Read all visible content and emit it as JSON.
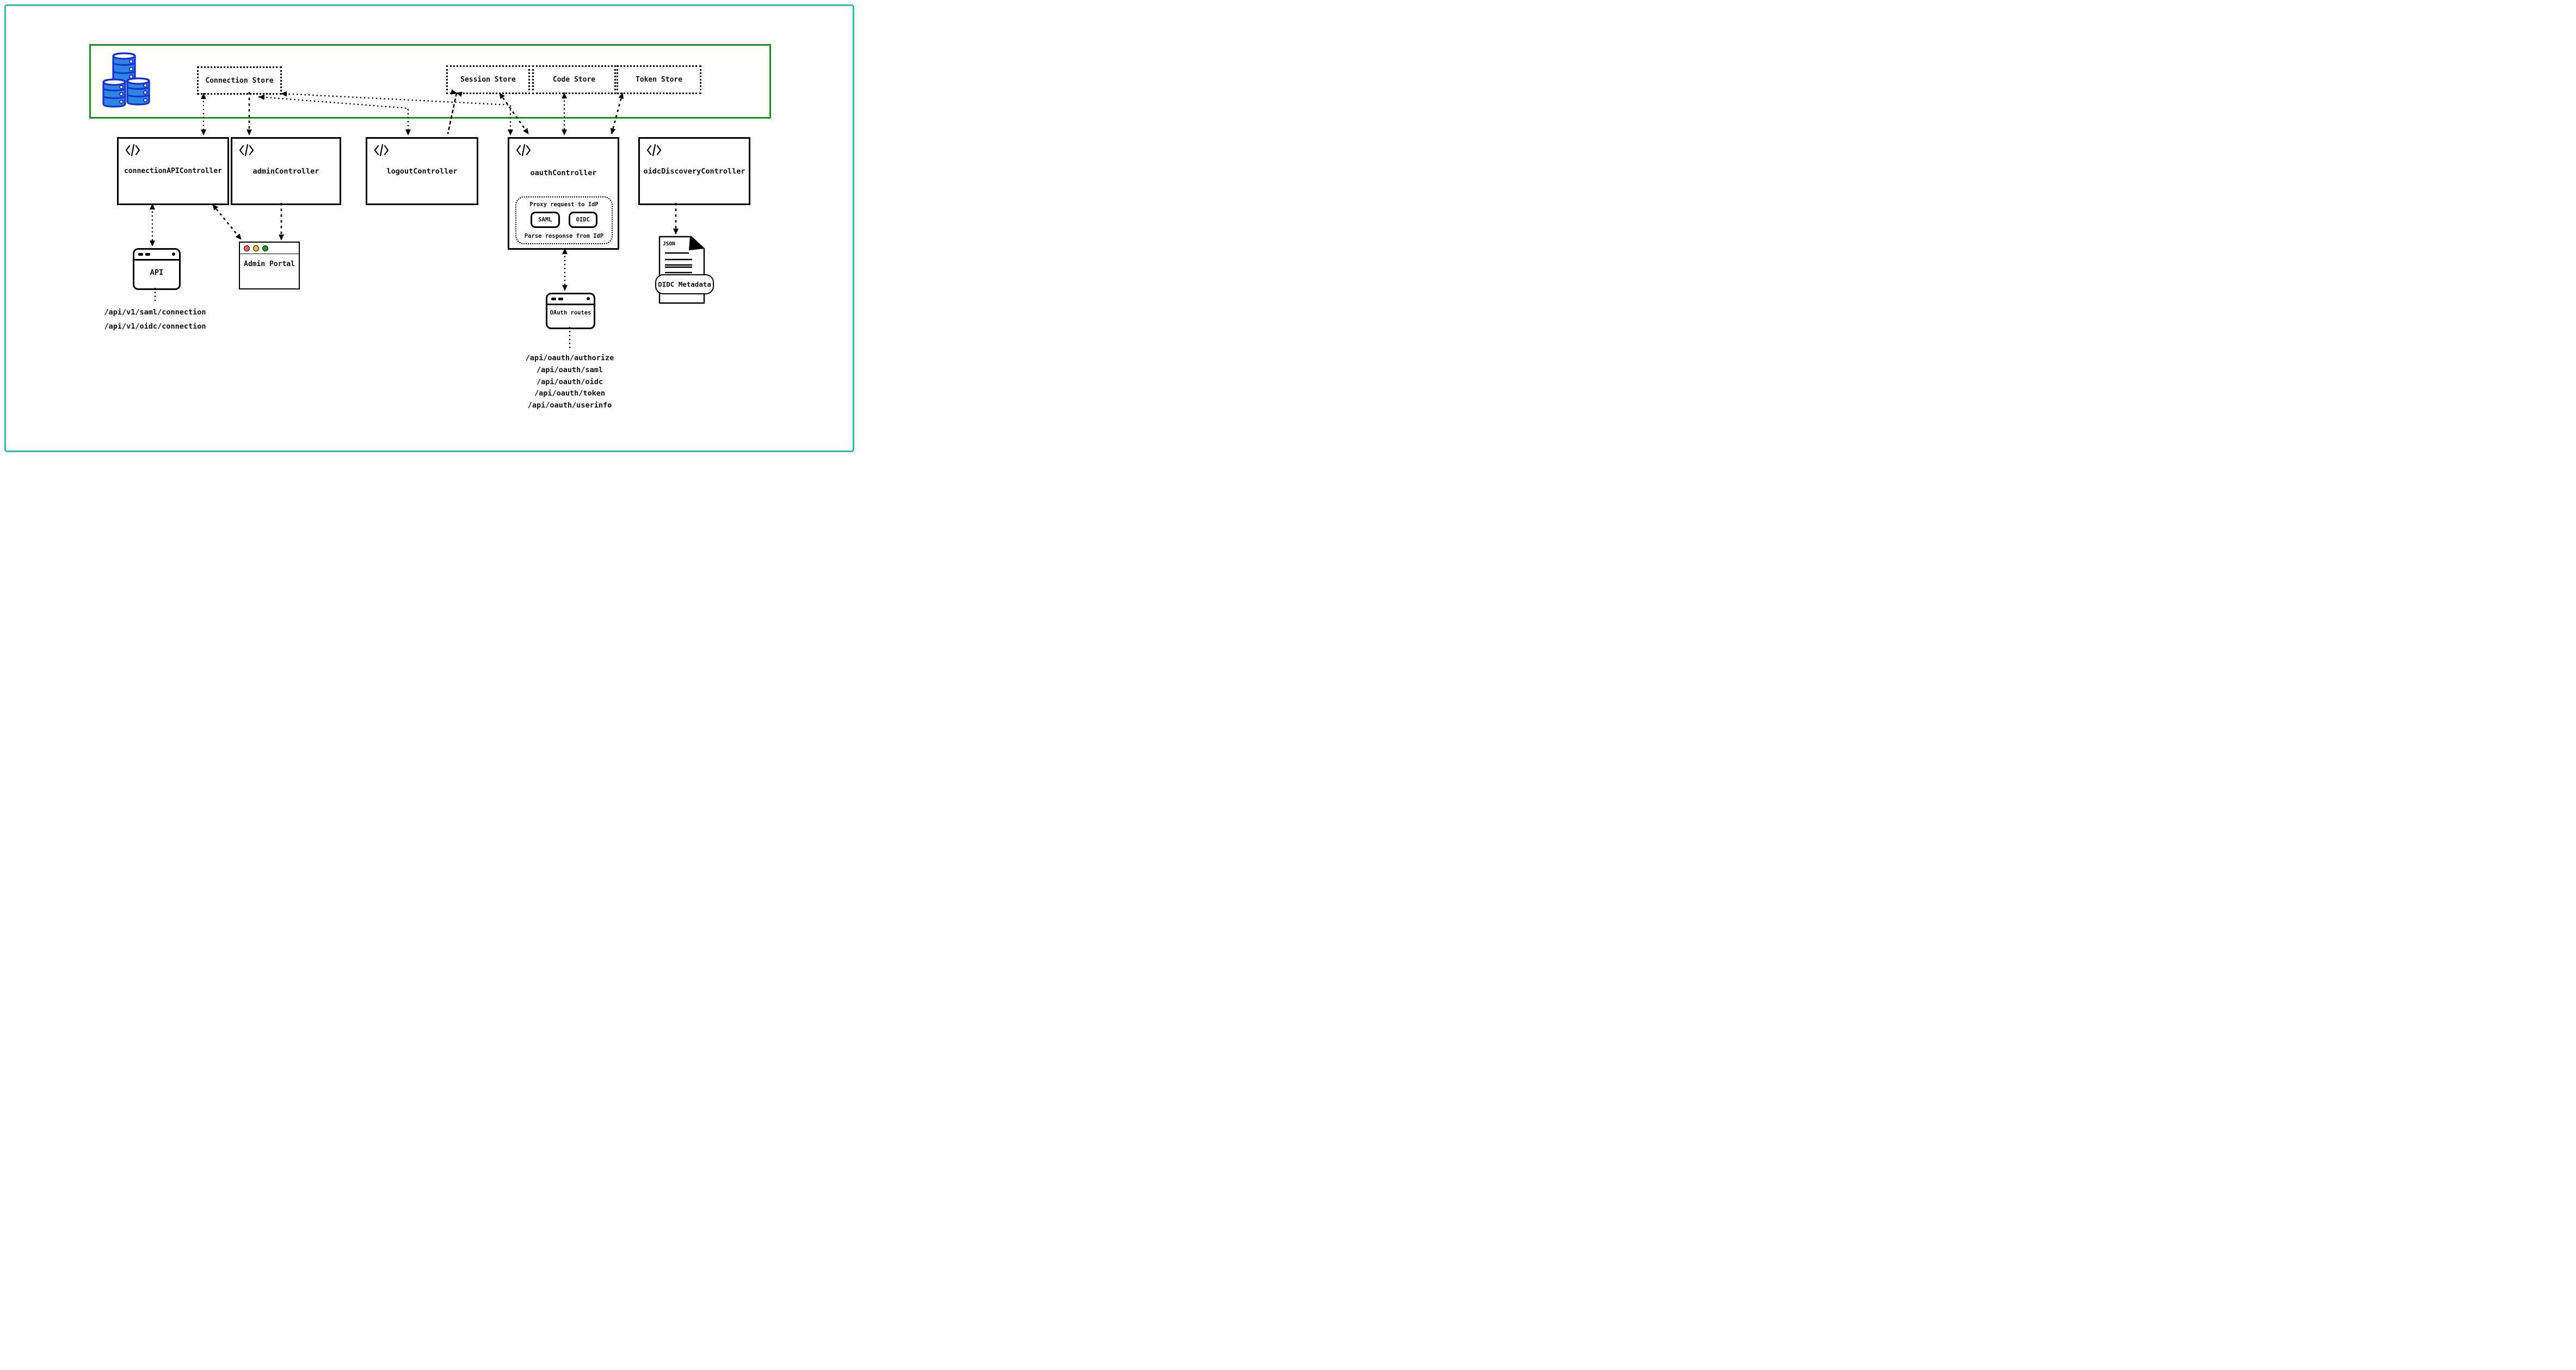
{
  "zone": {
    "stores": [
      {
        "label": "Connection Store"
      },
      {
        "label": "Session Store"
      },
      {
        "label": "Code Store"
      },
      {
        "label": "Token Store"
      }
    ]
  },
  "controllers": [
    {
      "label": "connectionAPIController"
    },
    {
      "label": "adminController"
    },
    {
      "label": "logoutController"
    },
    {
      "label": "oauthController"
    },
    {
      "label": "oidcDiscoveryController"
    }
  ],
  "oauth_proxy": {
    "title": "Proxy request to IdP",
    "saml_label": "SAML",
    "oidc_label": "OIDC",
    "footer": "Parse response from IdP"
  },
  "api_window": {
    "label": "API"
  },
  "admin_portal": {
    "label": "Admin Portal"
  },
  "oauth_routes_window": {
    "label": "OAuth routes"
  },
  "api_paths": [
    "/api/v1/saml/connection",
    "/api/v1/oidc/connection"
  ],
  "oauth_paths": [
    "/api/oauth/authorize",
    "/api/oauth/saml",
    "/api/oauth/oidc",
    "/api/oauth/token",
    "/api/oauth/userinfo"
  ],
  "oidc_doc": {
    "file_type": "JSON",
    "label": "OIDC Metadata"
  },
  "colors": {
    "frame_teal": "#2abfa3",
    "zone_green": "#1f8c1f",
    "db_fill": "#2e86e0",
    "db_outline": "#1733cf",
    "traffic_red": "#fa615a",
    "traffic_yellow": "#fcbe2d",
    "traffic_green": "#1f9c31"
  }
}
